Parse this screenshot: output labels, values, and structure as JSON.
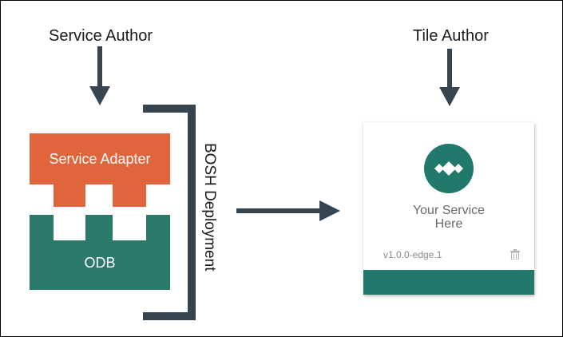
{
  "labels": {
    "service_author": "Service Author",
    "tile_author": "Tile Author",
    "service_adapter": "Service Adapter",
    "odb": "ODB",
    "bosh_deployment": "BOSH Deployment"
  },
  "tile": {
    "title_line1": "Your Service",
    "title_line2": "Here",
    "version": "v1.0.0-edge.1",
    "icons": {
      "logo": "diamonds-logo-icon",
      "delete": "trash-icon"
    }
  },
  "colors": {
    "arrow": "#36454f",
    "bracket": "#36454f",
    "service_adapter": "#e0653c",
    "odb": "#2b7a6b",
    "tile_logo": "#20796b",
    "tile_footer": "#20796b",
    "tile_text": "#6b6b6b",
    "tile_version": "#8a8a8a"
  }
}
